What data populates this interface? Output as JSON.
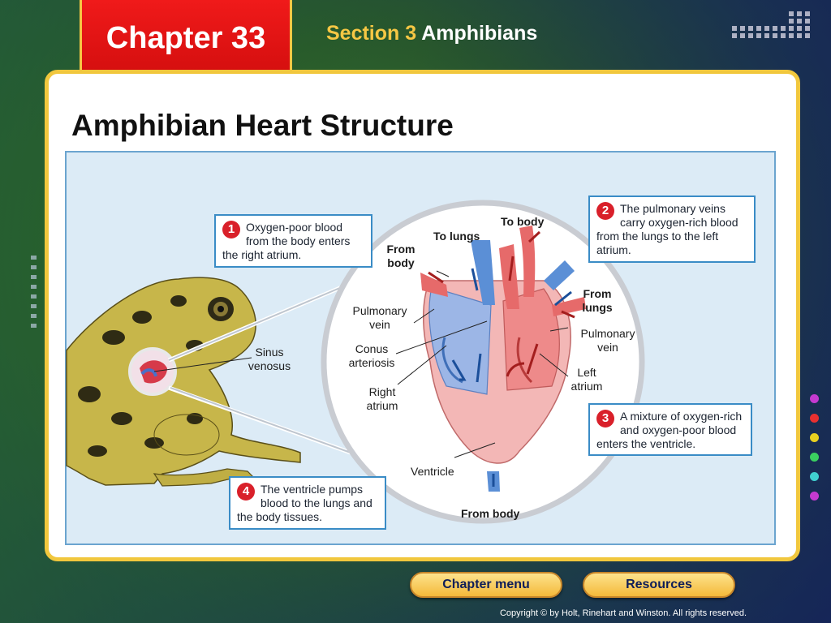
{
  "header": {
    "chapter": "Chapter 33",
    "section_label": "Section 3",
    "section_name": "Amphibians"
  },
  "slide_title": "Amphibian Heart Structure",
  "callouts": [
    {
      "number": "1",
      "text": "Oxygen-poor blood from the body enters the right atrium."
    },
    {
      "number": "2",
      "text": "The pulmonary veins carry oxygen-rich blood from the lungs to the left atrium."
    },
    {
      "number": "3",
      "text": "A mixture of oxygen-rich and oxygen-poor blood enters the ventricle."
    },
    {
      "number": "4",
      "text": "The ventricle pumps blood to the lungs and the body tissues."
    }
  ],
  "labels": {
    "to_body": "To body",
    "to_lungs": "To lungs",
    "from_body_top": "From body",
    "from_lungs": "From lungs",
    "pulmonary_vein_left": "Pulmonary vein",
    "pulmonary_vein_right": "Pulmonary vein",
    "conus_arteriosis": "Conus arteriosis",
    "right_atrium": "Right atrium",
    "left_atrium": "Left atrium",
    "sinus_venosus": "Sinus venosus",
    "ventricle": "Ventricle",
    "from_body_bottom": "From body"
  },
  "nav": {
    "chapter_menu": "Chapter menu",
    "resources": "Resources"
  },
  "copyright": "Copyright © by Holt, Rinehart and Winston. All rights reserved.",
  "colors": {
    "chapter_tab": "#e01414",
    "accent_gold": "#f1c73d",
    "callout_number": "#d9202a",
    "figure_bg": "#dcebf6",
    "oxygen_poor": "#4a86c8",
    "oxygen_rich": "#d9363e"
  },
  "side_dots": [
    "#c43ad0",
    "#e83030",
    "#e8d020",
    "#3ad060",
    "#40d0d0",
    "#c43ad0"
  ]
}
